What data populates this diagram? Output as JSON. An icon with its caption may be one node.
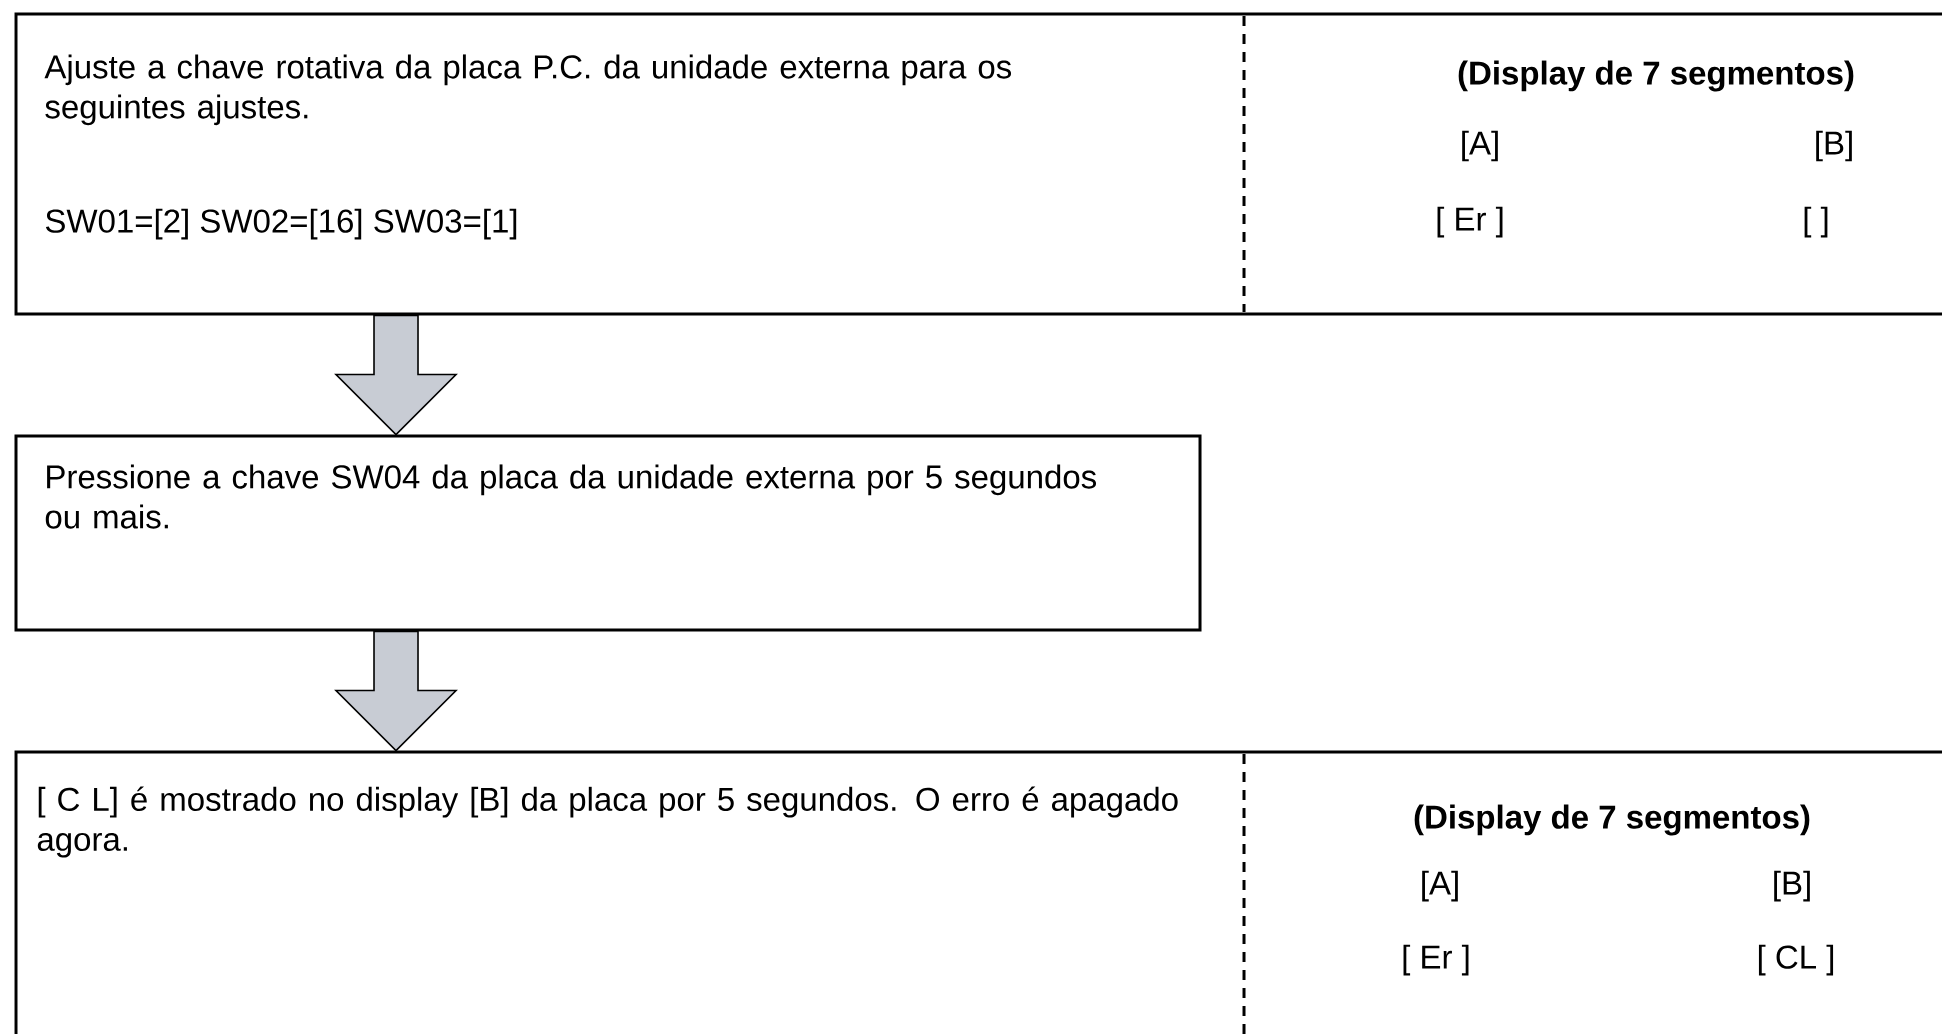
{
  "diagram": {
    "nodes": [
      {
        "text": [
          "Ajuste a chave rotativa da placa P.C. da unidade externa para os seguintes ajustes.",
          "SW01=[2]  SW02=[16]  SW03=[1]",
          "(Display de 7 segmentos)",
          "[A]",
          "[B]",
          "[ Er ]",
          "[ ]"
        ]
      },
      {
        "text": [
          "Pressione a chave SW04 da placa da unidade externa por 5 segundos ou mais."
        ]
      },
      {
        "text": [
          "[ C L] é mostrado no display [B] da placa por 5 segundos. O erro é apagado agora.",
          "(Display de 7 segmentos)",
          "[A]",
          "[B]",
          "[ Er ]",
          "[ CL ]"
        ]
      }
    ],
    "edges": [
      {
        "from": 0,
        "to": 1,
        "arrow": "to"
      },
      {
        "from": 1,
        "to": 2,
        "arrow": "to"
      }
    ]
  }
}
